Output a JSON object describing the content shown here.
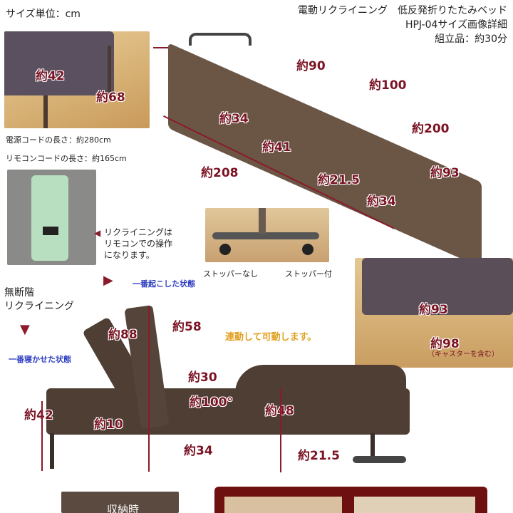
{
  "header": {
    "unit": "サイズ単位：cm",
    "title": "電動リクライニング　低反発折りたたみベッド",
    "model": "HPJ-04サイズ画像詳細",
    "assembly": "組立品：約30分"
  },
  "cords": {
    "power": "電源コードの長さ：約280cm",
    "remote": "リモコンコードの長さ：約165cm"
  },
  "remote_note": [
    "リクライニングは",
    "リモコンでの操作",
    "になります。"
  ],
  "casters": {
    "without": "ストッパーなし",
    "with": "ストッパー付"
  },
  "main_dims": {
    "d42": "約42",
    "d68": "約68",
    "d90": "約90",
    "d100": "約100",
    "d34": "約34",
    "d200": "約200",
    "d41": "約41",
    "d208": "約208",
    "d21_5": "約21.5",
    "d93": "約93",
    "d34b": "約34"
  },
  "right_photo": {
    "d93": "約93",
    "d98": "約98",
    "note": "（キャスターを含む）"
  },
  "side": {
    "stepless": [
      "無断階",
      "リクライニング"
    ],
    "max_up": "一番起こした状態",
    "max_down": "一番寝かせた状態",
    "linked": "連動して可動します。",
    "d88": "約88",
    "d58": "約58",
    "d30": "約30",
    "angle": "約100°",
    "d42": "約42",
    "d10": "約10",
    "d48": "約48",
    "d34": "約34",
    "d21_5": "約21.5"
  },
  "bottom": {
    "stored": "収納時"
  },
  "colors": {
    "dim": "#7a1424",
    "mattress": "#5e4a3e",
    "floor": "#d9b57a",
    "blue_note": "#3040c0",
    "orange_note": "#e0a020"
  }
}
